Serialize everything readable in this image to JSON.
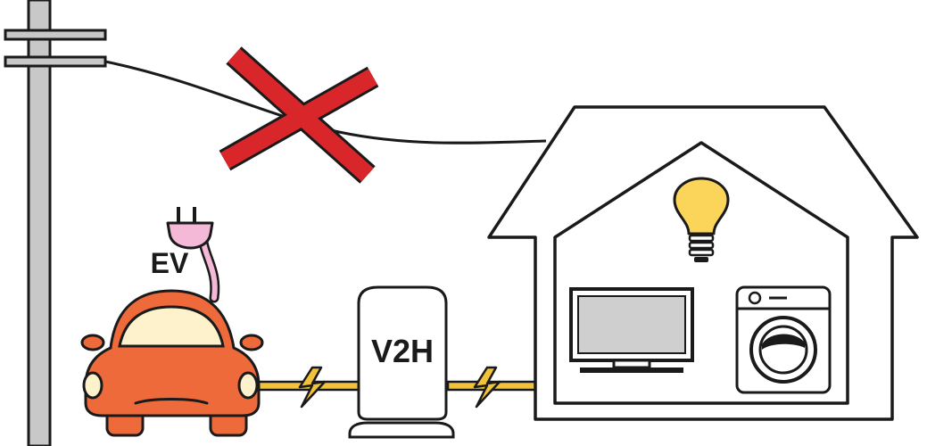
{
  "labels": {
    "ev": "EV",
    "v2h": "V2H"
  },
  "colors": {
    "outline": "#1a1a1a",
    "pole": "#c8c8c8",
    "cross": "#d9262b",
    "car_body": "#ef6a3a",
    "car_window": "#fdf2cc",
    "plug": "#f4b9d6",
    "bulb": "#fbd45a",
    "cable": "#f2c23a",
    "tv_screen": "#cfcfcf"
  },
  "icons": [
    "power-pole",
    "power-line",
    "cross-mark",
    "ev-car",
    "charging-plug",
    "v2h-charger",
    "house",
    "light-bulb-icon",
    "television-icon",
    "washing-machine-icon",
    "lightning-icon"
  ]
}
